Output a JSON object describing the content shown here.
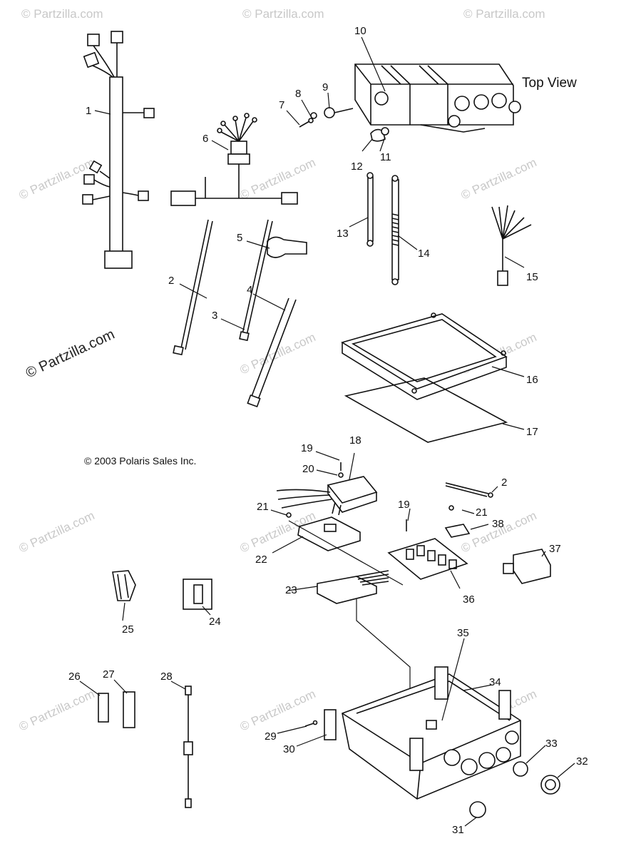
{
  "diagram": {
    "view_label": "Top View",
    "copyright": "© 2003 Polaris Sales Inc.",
    "watermark": "© Partzilla.com",
    "callouts": [
      "1",
      "2",
      "3",
      "4",
      "5",
      "6",
      "7",
      "8",
      "9",
      "10",
      "11",
      "12",
      "13",
      "14",
      "15",
      "16",
      "17",
      "18",
      "19",
      "20",
      "21",
      "22",
      "23",
      "24",
      "25",
      "26",
      "27",
      "28",
      "29",
      "30",
      "31",
      "32",
      "33",
      "34",
      "35",
      "36",
      "37",
      "38"
    ],
    "callouts_repeat": {
      "second_2": "2",
      "second_19": "19",
      "second_21": "21"
    }
  }
}
